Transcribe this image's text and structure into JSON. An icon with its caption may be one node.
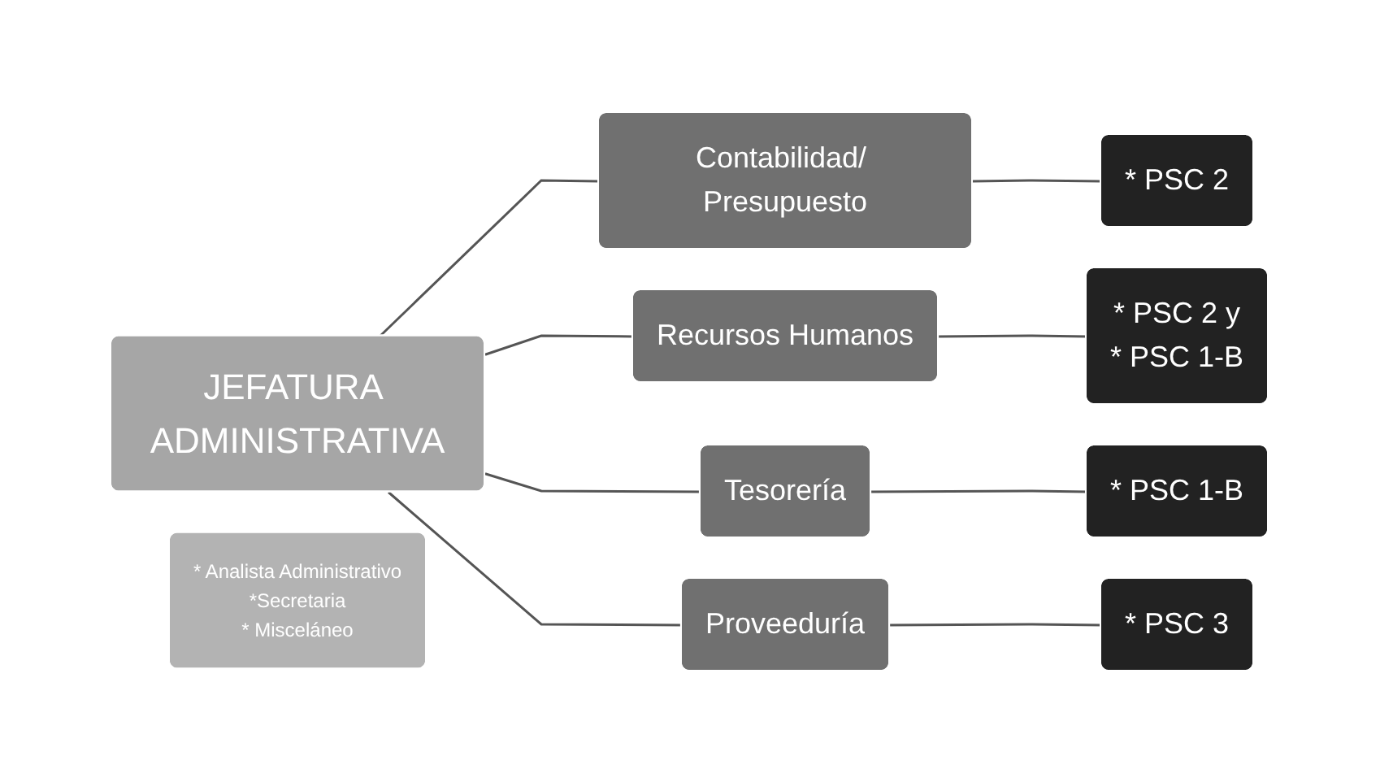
{
  "diagram": {
    "nodes": [
      {
        "text": [
          "JEFATURA ADMINISTRATIVA"
        ]
      },
      {
        "text": [
          "* Analista Administrativo",
          "*Secretaria",
          "* Misceláneo"
        ]
      },
      {
        "text": [
          "Contabilidad/ Presupuesto"
        ]
      },
      {
        "text": [
          "* PSC 2"
        ]
      },
      {
        "text": [
          "Recursos Humanos"
        ]
      },
      {
        "text": [
          "* PSC 2 y",
          "* PSC 1-B"
        ]
      },
      {
        "text": [
          "Tesorería"
        ]
      },
      {
        "text": [
          "* PSC 1-B"
        ]
      },
      {
        "text": [
          "Proveeduría"
        ]
      },
      {
        "text": [
          "* PSC 3"
        ]
      }
    ],
    "edges": [
      {
        "from": 0,
        "to": 2,
        "arrow": "none"
      },
      {
        "from": 0,
        "to": 4,
        "arrow": "none"
      },
      {
        "from": 0,
        "to": 6,
        "arrow": "none"
      },
      {
        "from": 0,
        "to": 8,
        "arrow": "none"
      },
      {
        "from": 2,
        "to": 3,
        "arrow": "none"
      },
      {
        "from": 4,
        "to": 5,
        "arrow": "none"
      },
      {
        "from": 6,
        "to": 7,
        "arrow": "none"
      },
      {
        "from": 8,
        "to": 9,
        "arrow": "none"
      }
    ]
  }
}
